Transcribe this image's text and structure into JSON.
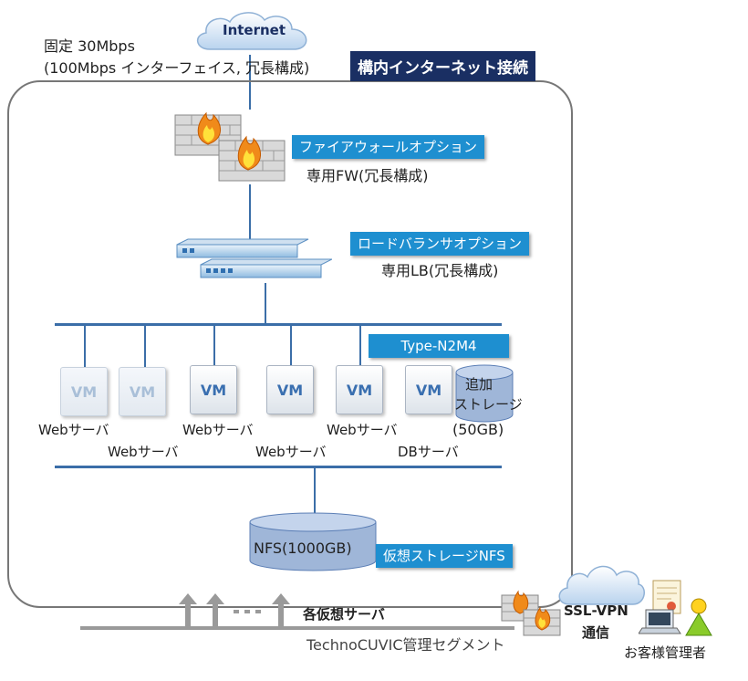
{
  "internet": {
    "label": "Internet"
  },
  "line_spec": {
    "line1": "固定 30Mbps",
    "line2": "(100Mbps インターフェイス, 冗長構成)"
  },
  "connection_label": "構内インターネット接続",
  "firewall": {
    "option_label": "ファイアウォールオプション",
    "description": "専用FW(冗長構成)"
  },
  "load_balancer": {
    "option_label": "ロードバランサオプション",
    "description": "専用LB(冗長構成)"
  },
  "server_type": "Type-N2M4",
  "vms": [
    {
      "label": "VM",
      "role": "Webサーバ",
      "style": "light"
    },
    {
      "label": "VM",
      "role": "Webサーバ",
      "style": "light"
    },
    {
      "label": "VM",
      "role": "Webサーバ",
      "style": "dark"
    },
    {
      "label": "VM",
      "role": "Webサーバ",
      "style": "dark"
    },
    {
      "label": "VM",
      "role": "Webサーバ",
      "style": "dark"
    },
    {
      "label": "VM",
      "role": "DBサーバ",
      "style": "dark"
    }
  ],
  "additional_storage": {
    "line1": "追加",
    "line2": "ストレージ",
    "size": "(50GB)"
  },
  "nfs": {
    "label": "NFS(1000GB)",
    "option_label": "仮想ストレージNFS"
  },
  "management": {
    "arrows_label": "各仮想サーバ",
    "segment_label": "TechnoCUVIC管理セグメント",
    "vpn_line1": "SSL-VPN",
    "vpn_line2": "通信",
    "admin_label": "お客様管理者"
  },
  "colors": {
    "accent_blue": "#1e8fd0",
    "navy": "#1a2f63",
    "line_blue": "#3b6ea8",
    "storage": "#9fb6d8"
  }
}
